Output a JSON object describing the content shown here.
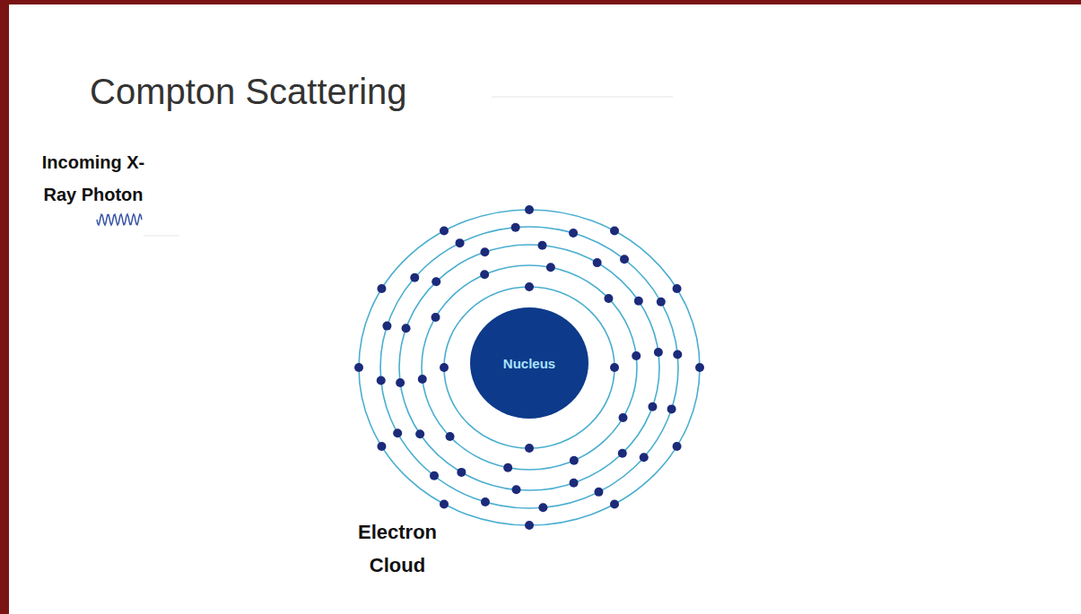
{
  "diagram": {
    "title": "Compton Scattering",
    "nodes": [
      {
        "text": [
          "Nucleus"
        ]
      }
    ],
    "labels": [
      "Incoming X-Ray Photon",
      "Electron Cloud"
    ]
  }
}
